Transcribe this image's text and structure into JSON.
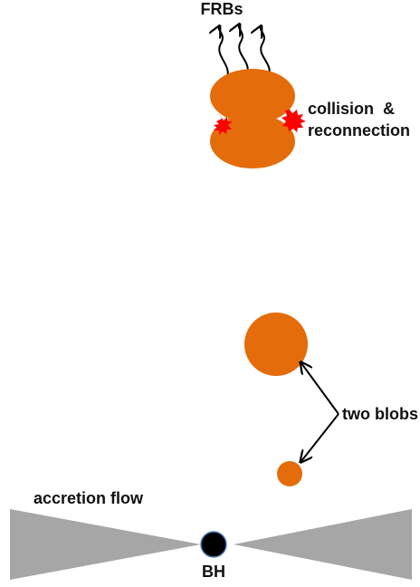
{
  "labels": {
    "frbs": "FRBs",
    "collision_line1": "collision  &",
    "collision_line2": "reconnection",
    "two_blobs": "two blobs",
    "accretion_flow": "accretion flow",
    "bh": "BH"
  },
  "colors": {
    "blob": "#E46C0A",
    "spark": "#FF0000",
    "accretion": "#A6A6A6",
    "black_hole": "#000000",
    "arrow": "#000000"
  }
}
